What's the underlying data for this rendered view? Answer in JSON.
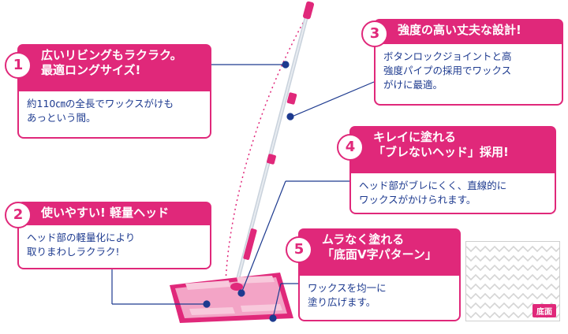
{
  "colors": {
    "accent": "#e0287a",
    "text": "#1d3a8f",
    "connector": "#1d3a8f"
  },
  "callouts": [
    {
      "number": "1",
      "title": "広いリビングもラクラク。\n最適ロングサイズ!",
      "body": "約110㎝の全長でワックスがけも\nあっという間。"
    },
    {
      "number": "2",
      "title": "使いやすい! 軽量ヘッド",
      "body": "ヘッド部の軽量化により\n取りまわしラクラク!"
    },
    {
      "number": "3",
      "title": "強度の高い丈夫な設計!",
      "body": "ボタンロックジョイントと高\n強度パイプの採用でワックス\nがけに最適。"
    },
    {
      "number": "4",
      "title": "キレイに塗れる\n「ブレないヘッド」採用!",
      "body": "ヘッド部がブレにくく、直線的に\nワックスがかけられます。"
    },
    {
      "number": "5",
      "title": "ムラなく塗れる\n「底面V字パターン」",
      "body": "ワックスを均一に\n塗り広げます。"
    }
  ],
  "photo": {
    "label": "底面",
    "icon": "v-pattern-pad-image"
  },
  "product": {
    "icon": "wax-mop-icon"
  }
}
